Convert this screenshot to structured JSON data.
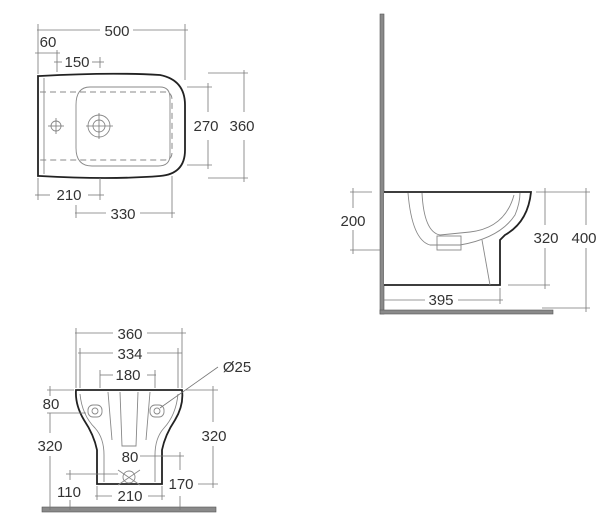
{
  "top_view": {
    "overall_length": "500",
    "rear_offset": "60",
    "tap_hole_to_drain": "150",
    "bowl_width": "270",
    "overall_width": "360",
    "rear_to_drain": "210",
    "drain_to_front": "330"
  },
  "side_view": {
    "tap_height": "200",
    "rim_height_pedestal": "320",
    "overall_height": "400",
    "projection": "395"
  },
  "front_view": {
    "overall_width": "360",
    "rim_inner_width": "334",
    "fixing_centres": "180",
    "fixing_hole_diameter": "Ø25",
    "fixing_height": "80",
    "left_height": "320",
    "right_height": "320",
    "waste_diameter": "80",
    "waste_height_left": "110",
    "foot_width": "210",
    "waste_height_right": "170"
  },
  "colors": {
    "outline": "#222222",
    "dimension": "#777777",
    "wall": "#8a8a8a"
  }
}
